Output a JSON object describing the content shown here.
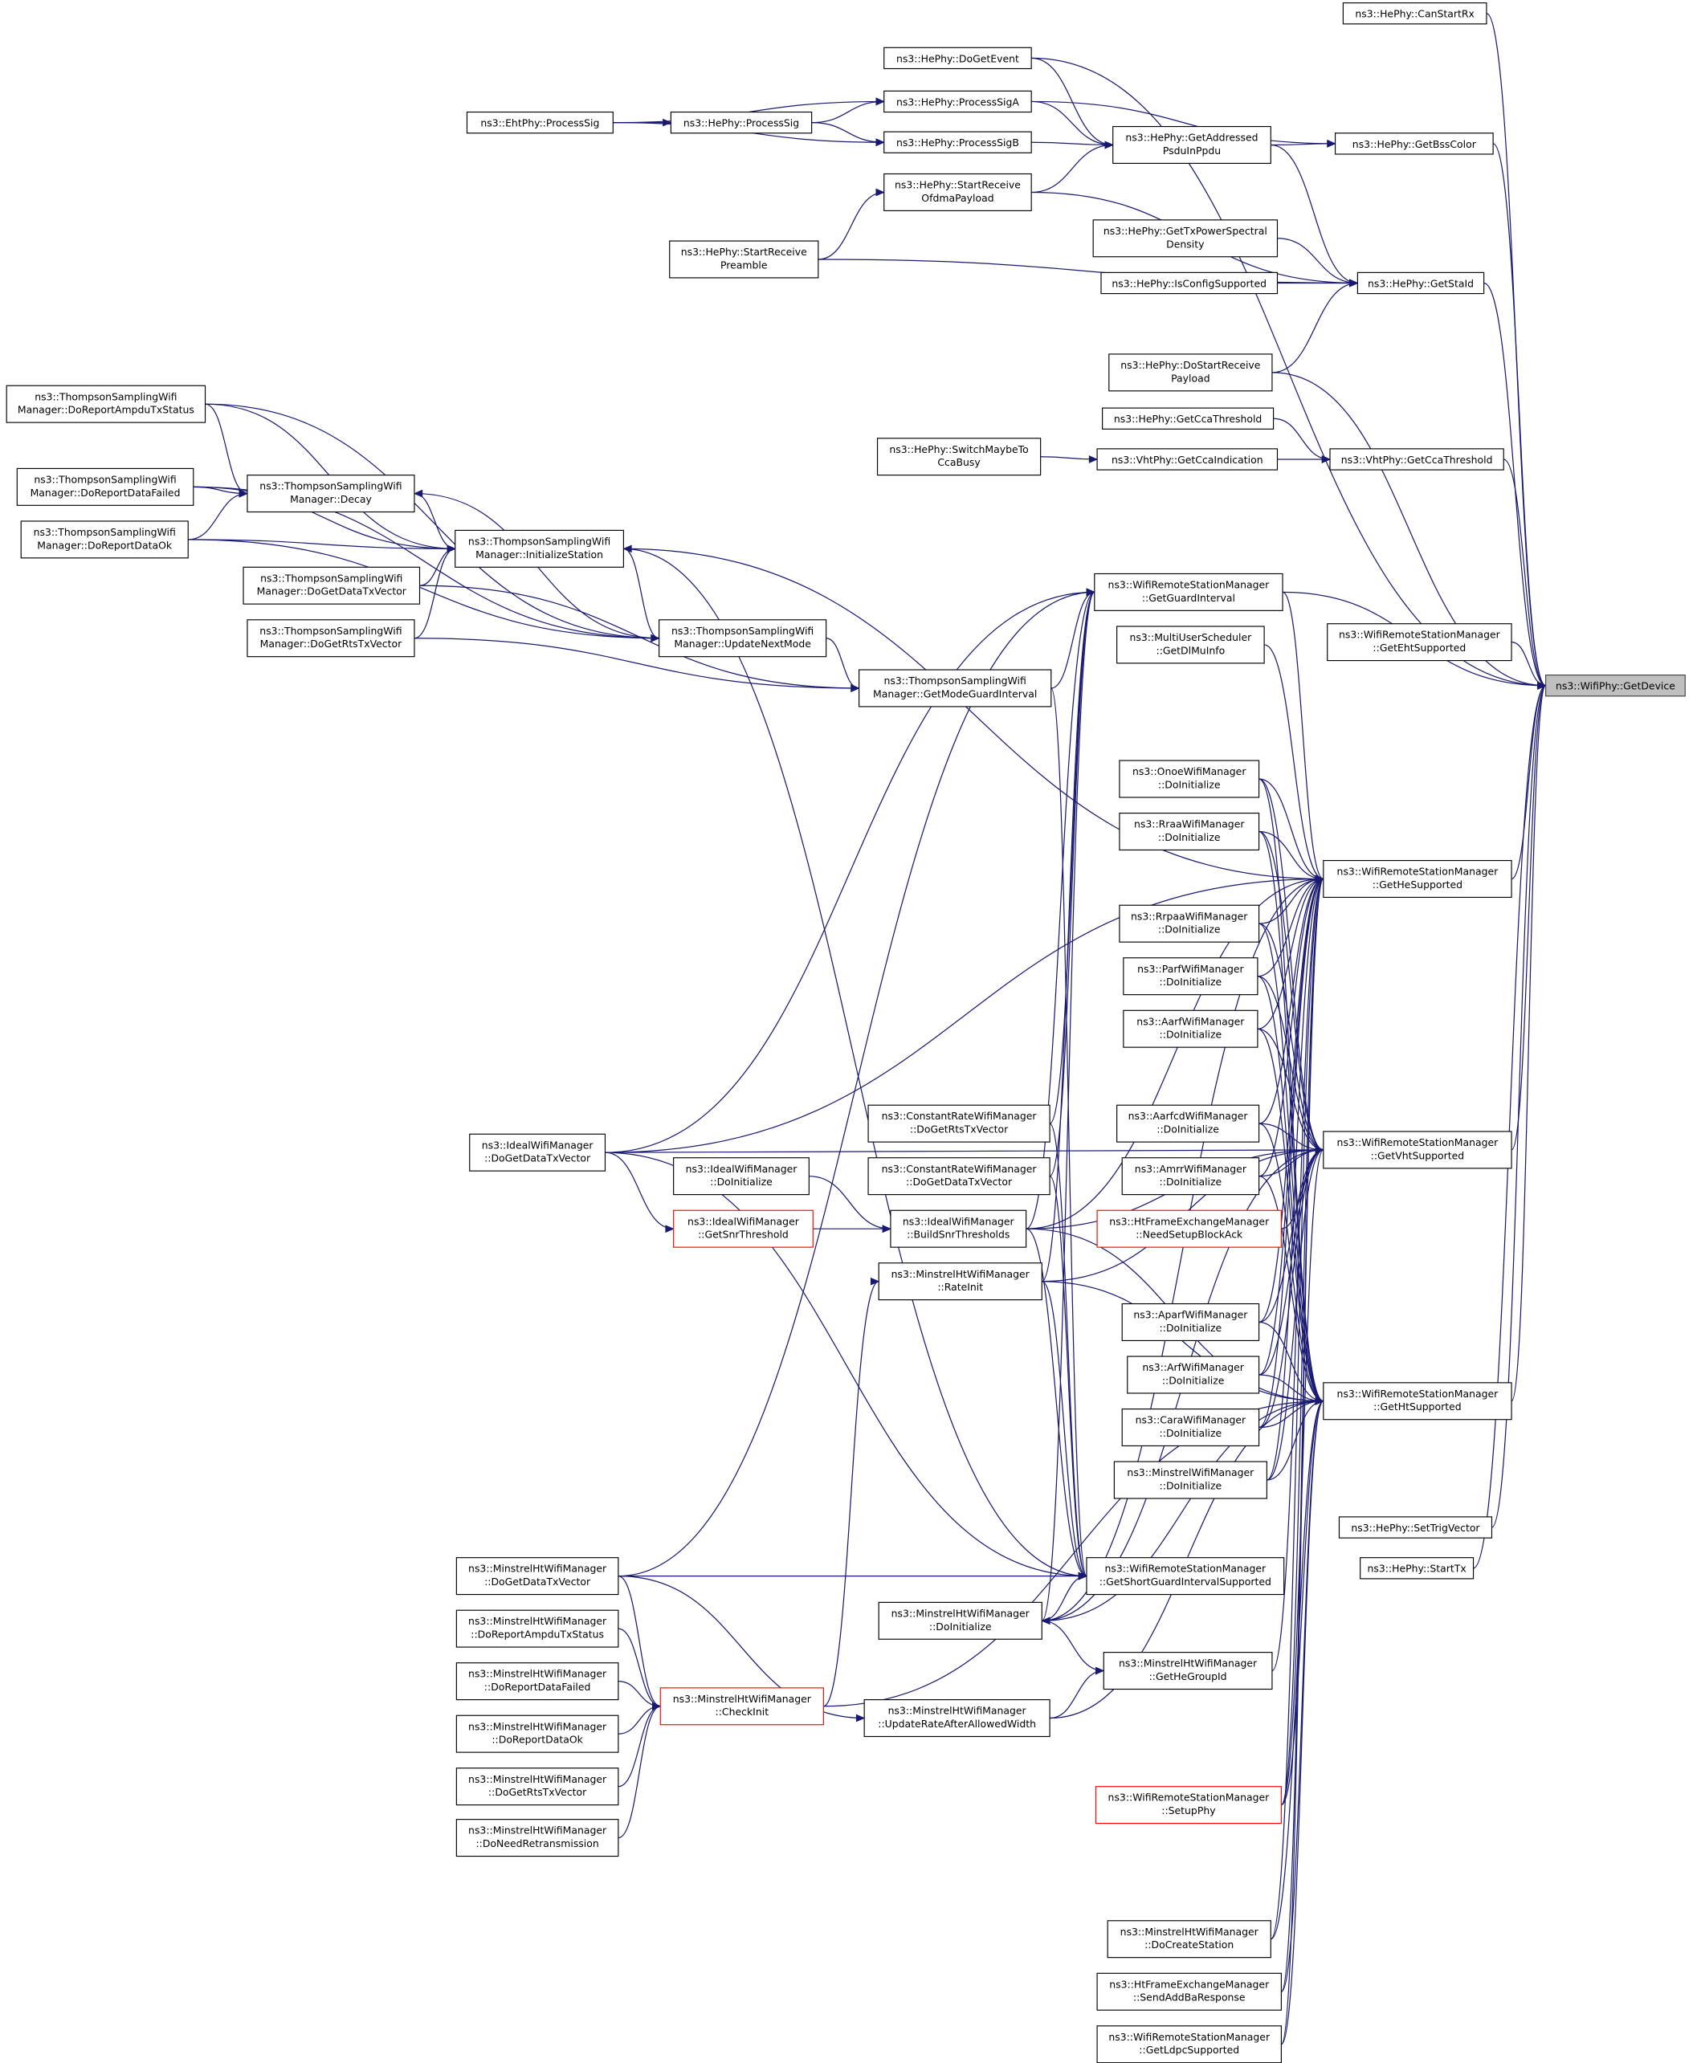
{
  "colors": {
    "edge": "#191970",
    "root_fill": "#bfbfbf",
    "unresolved_border": "#ff0000",
    "node_border": "#000000"
  },
  "nodes": [
    {
      "id": "getdevice",
      "label": "ns3::WifiPhy::GetDevice",
      "style": "root"
    },
    {
      "id": "canstartrx",
      "label": "ns3::HePhy::CanStartRx"
    },
    {
      "id": "dogetevent",
      "label": "ns3::HePhy::DoGetEvent"
    },
    {
      "id": "processsiga",
      "label": "ns3::HePhy::ProcessSigA"
    },
    {
      "id": "processsigb",
      "label": "ns3::HePhy::ProcessSigB"
    },
    {
      "id": "heprocesssig",
      "label": "ns3::HePhy::ProcessSig"
    },
    {
      "id": "ehtprocesssig",
      "label": "ns3::EhtPhy::ProcessSig"
    },
    {
      "id": "getaddressed",
      "label": "ns3::HePhy::GetAddressed\nPsduInPpdu"
    },
    {
      "id": "getbsscolor",
      "label": "ns3::HePhy::GetBssColor"
    },
    {
      "id": "startrecvofdma",
      "label": "ns3::HePhy::StartReceive\nOfdmaPayload"
    },
    {
      "id": "startrecvpreamble",
      "label": "ns3::HePhy::StartReceive\nPreamble"
    },
    {
      "id": "gettxpsd",
      "label": "ns3::HePhy::GetTxPowerSpectral\nDensity"
    },
    {
      "id": "isconfigsupported",
      "label": "ns3::HePhy::IsConfigSupported"
    },
    {
      "id": "getstaid",
      "label": "ns3::HePhy::GetStaId"
    },
    {
      "id": "dostartrecvpayload",
      "label": "ns3::HePhy::DoStartReceive\nPayload"
    },
    {
      "id": "hegetcca",
      "label": "ns3::HePhy::GetCcaThreshold"
    },
    {
      "id": "switchcca",
      "label": "ns3::HePhy::SwitchMaybeTo\nCcaBusy"
    },
    {
      "id": "vhtgetccaind",
      "label": "ns3::VhtPhy::GetCcaIndication"
    },
    {
      "id": "vhtgetcca",
      "label": "ns3::VhtPhy::GetCcaThreshold"
    },
    {
      "id": "ts_ampdu",
      "label": "ns3::ThompsonSamplingWifi\nManager::DoReportAmpduTxStatus"
    },
    {
      "id": "ts_decay",
      "label": "ns3::ThompsonSamplingWifi\nManager::Decay"
    },
    {
      "id": "ts_failed",
      "label": "ns3::ThompsonSamplingWifi\nManager::DoReportDataFailed"
    },
    {
      "id": "ts_ok",
      "label": "ns3::ThompsonSamplingWifi\nManager::DoReportDataOk"
    },
    {
      "id": "ts_init",
      "label": "ns3::ThompsonSamplingWifi\nManager::InitializeStation"
    },
    {
      "id": "ts_datatx",
      "label": "ns3::ThompsonSamplingWifi\nManager::DoGetDataTxVector"
    },
    {
      "id": "ts_rtstx",
      "label": "ns3::ThompsonSamplingWifi\nManager::DoGetRtsTxVector"
    },
    {
      "id": "ts_update",
      "label": "ns3::ThompsonSamplingWifi\nManager::UpdateNextMode"
    },
    {
      "id": "ts_modegi",
      "label": "ns3::ThompsonSamplingWifi\nManager::GetModeGuardInterval"
    },
    {
      "id": "getgi",
      "label": "ns3::WifiRemoteStationManager\n::GetGuardInterval"
    },
    {
      "id": "dlmuinfo",
      "label": "ns3::MultiUserScheduler\n::GetDlMuInfo"
    },
    {
      "id": "getehtsup",
      "label": "ns3::WifiRemoteStationManager\n::GetEhtSupported"
    },
    {
      "id": "onoe",
      "label": "ns3::OnoeWifiManager\n::DoInitialize"
    },
    {
      "id": "rraa",
      "label": "ns3::RraaWifiManager\n::DoInitialize"
    },
    {
      "id": "gethesup",
      "label": "ns3::WifiRemoteStationManager\n::GetHeSupported"
    },
    {
      "id": "rrpaa",
      "label": "ns3::RrpaaWifiManager\n::DoInitialize"
    },
    {
      "id": "parf",
      "label": "ns3::ParfWifiManager\n::DoInitialize"
    },
    {
      "id": "aarf",
      "label": "ns3::AarfWifiManager\n::DoInitialize"
    },
    {
      "id": "aarfcd",
      "label": "ns3::AarfcdWifiManager\n::DoInitialize"
    },
    {
      "id": "getvhtsup",
      "label": "ns3::WifiRemoteStationManager\n::GetVhtSupported"
    },
    {
      "id": "amrr",
      "label": "ns3::AmrrWifiManager\n::DoInitialize"
    },
    {
      "id": "needsetupba",
      "label": "ns3::HtFrameExchangeManager\n::NeedSetupBlockAck",
      "style": "red"
    },
    {
      "id": "ideal_datatx",
      "label": "ns3::IdealWifiManager\n::DoGetDataTxVector"
    },
    {
      "id": "cr_rtstx",
      "label": "ns3::ConstantRateWifiManager\n::DoGetRtsTxVector"
    },
    {
      "id": "cr_datatx",
      "label": "ns3::ConstantRateWifiManager\n::DoGetDataTxVector"
    },
    {
      "id": "ideal_init",
      "label": "ns3::IdealWifiManager\n::DoInitialize"
    },
    {
      "id": "ideal_snr",
      "label": "ns3::IdealWifiManager\n::GetSnrThreshold",
      "style": "red"
    },
    {
      "id": "ideal_build",
      "label": "ns3::IdealWifiManager\n::BuildSnrThresholds"
    },
    {
      "id": "mh_rateinit",
      "label": "ns3::MinstrelHtWifiManager\n::RateInit"
    },
    {
      "id": "aparf",
      "label": "ns3::AparfWifiManager\n::DoInitialize"
    },
    {
      "id": "arf",
      "label": "ns3::ArfWifiManager\n::DoInitialize"
    },
    {
      "id": "cara",
      "label": "ns3::CaraWifiManager\n::DoInitialize"
    },
    {
      "id": "gethtsup",
      "label": "ns3::WifiRemoteStationManager\n::GetHtSupported"
    },
    {
      "id": "minstrel_init",
      "label": "ns3::MinstrelWifiManager\n::DoInitialize"
    },
    {
      "id": "settrig",
      "label": "ns3::HePhy::SetTrigVector"
    },
    {
      "id": "starttx",
      "label": "ns3::HePhy::StartTx"
    },
    {
      "id": "mh_datatx",
      "label": "ns3::MinstrelHtWifiManager\n::DoGetDataTxVector"
    },
    {
      "id": "getsgi",
      "label": "ns3::WifiRemoteStationManager\n::GetShortGuardIntervalSupported"
    },
    {
      "id": "mh_ampdu",
      "label": "ns3::MinstrelHtWifiManager\n::DoReportAmpduTxStatus"
    },
    {
      "id": "mh_init",
      "label": "ns3::MinstrelHtWifiManager\n::DoInitialize"
    },
    {
      "id": "mh_hegroup",
      "label": "ns3::MinstrelHtWifiManager\n::GetHeGroupId"
    },
    {
      "id": "mh_failed",
      "label": "ns3::MinstrelHtWifiManager\n::DoReportDataFailed"
    },
    {
      "id": "mh_checkinit",
      "label": "ns3::MinstrelHtWifiManager\n::CheckInit",
      "style": "red"
    },
    {
      "id": "mh_updwidth",
      "label": "ns3::MinstrelHtWifiManager\n::UpdateRateAfterAllowedWidth"
    },
    {
      "id": "mh_ok",
      "label": "ns3::MinstrelHtWifiManager\n::DoReportDataOk"
    },
    {
      "id": "mh_rtstx",
      "label": "ns3::MinstrelHtWifiManager\n::DoGetRtsTxVector"
    },
    {
      "id": "setupphy",
      "label": "ns3::WifiRemoteStationManager\n::SetupPhy",
      "style": "red"
    },
    {
      "id": "mh_retx",
      "label": "ns3::MinstrelHtWifiManager\n::DoNeedRetransmission"
    },
    {
      "id": "mh_createsta",
      "label": "ns3::MinstrelHtWifiManager\n::DoCreateStation"
    },
    {
      "id": "sendaddba",
      "label": "ns3::HtFrameExchangeManager\n::SendAddBaResponse"
    },
    {
      "id": "getldpc",
      "label": "ns3::WifiRemoteStationManager\n::GetLdpcSupported"
    }
  ],
  "edges": [
    [
      "ehtprocesssig",
      "processsiga"
    ],
    [
      "ehtprocesssig",
      "heprocesssig"
    ],
    [
      "ehtprocesssig",
      "processsigb"
    ],
    [
      "heprocesssig",
      "processsiga"
    ],
    [
      "heprocesssig",
      "processsigb"
    ],
    [
      "processsiga",
      "getaddressed"
    ],
    [
      "processsiga",
      "getbsscolor"
    ],
    [
      "processsigb",
      "getaddressed"
    ],
    [
      "dogetevent",
      "getaddressed"
    ],
    [
      "dogetevent",
      "getdevice"
    ],
    [
      "startrecvofdma",
      "getaddressed"
    ],
    [
      "startrecvofdma",
      "getstaid"
    ],
    [
      "startrecvpreamble",
      "startrecvofdma"
    ],
    [
      "startrecvpreamble",
      "getstaid"
    ],
    [
      "getaddressed",
      "getbsscolor"
    ],
    [
      "getaddressed",
      "getstaid"
    ],
    [
      "gettxpsd",
      "getstaid"
    ],
    [
      "isconfigsupported",
      "getstaid"
    ],
    [
      "dostartrecvpayload",
      "getstaid"
    ],
    [
      "dostartrecvpayload",
      "getdevice"
    ],
    [
      "canstartrx",
      "getdevice"
    ],
    [
      "getbsscolor",
      "getdevice"
    ],
    [
      "getstaid",
      "getdevice"
    ],
    [
      "hegetcca",
      "vhtgetcca"
    ],
    [
      "switchcca",
      "vhtgetccaind"
    ],
    [
      "vhtgetccaind",
      "vhtgetcca"
    ],
    [
      "vhtgetcca",
      "getdevice"
    ],
    [
      "getehtsup",
      "getdevice"
    ],
    [
      "gethesup",
      "getdevice"
    ],
    [
      "getvhtsup",
      "getdevice"
    ],
    [
      "gethtsup",
      "getdevice"
    ],
    [
      "settrig",
      "getdevice"
    ],
    [
      "starttx",
      "getdevice"
    ],
    [
      "getgi",
      "getdevice"
    ],
    [
      "ts_ampdu",
      "ts_decay"
    ],
    [
      "ts_ampdu",
      "ts_init"
    ],
    [
      "ts_ampdu",
      "ts_update"
    ],
    [
      "ts_failed",
      "ts_decay"
    ],
    [
      "ts_failed",
      "ts_init"
    ],
    [
      "ts_failed",
      "ts_update"
    ],
    [
      "ts_ok",
      "ts_decay"
    ],
    [
      "ts_ok",
      "ts_init"
    ],
    [
      "ts_ok",
      "ts_update"
    ],
    [
      "ts_decay",
      "ts_init"
    ],
    [
      "ts_update",
      "ts_decay"
    ],
    [
      "ts_update",
      "ts_init"
    ],
    [
      "ts_datatx",
      "ts_init"
    ],
    [
      "ts_datatx",
      "ts_modegi"
    ],
    [
      "ts_rtstx",
      "ts_init"
    ],
    [
      "ts_rtstx",
      "ts_modegi"
    ],
    [
      "ts_init",
      "gethesup"
    ],
    [
      "ts_init",
      "getsgi"
    ],
    [
      "ts_update",
      "ts_modegi"
    ],
    [
      "ts_modegi",
      "getgi"
    ],
    [
      "ts_modegi",
      "getsgi"
    ],
    [
      "getgi",
      "gethesup"
    ],
    [
      "dlmuinfo",
      "gethesup"
    ],
    [
      "onoe",
      "gethesup"
    ],
    [
      "onoe",
      "getvhtsup"
    ],
    [
      "onoe",
      "gethtsup"
    ],
    [
      "rraa",
      "gethesup"
    ],
    [
      "rraa",
      "getvhtsup"
    ],
    [
      "rraa",
      "gethtsup"
    ],
    [
      "rrpaa",
      "gethesup"
    ],
    [
      "rrpaa",
      "getvhtsup"
    ],
    [
      "rrpaa",
      "gethtsup"
    ],
    [
      "parf",
      "gethesup"
    ],
    [
      "parf",
      "getvhtsup"
    ],
    [
      "parf",
      "gethtsup"
    ],
    [
      "aarf",
      "gethesup"
    ],
    [
      "aarf",
      "getvhtsup"
    ],
    [
      "aarf",
      "gethtsup"
    ],
    [
      "aarfcd",
      "gethesup"
    ],
    [
      "aarfcd",
      "getvhtsup"
    ],
    [
      "aarfcd",
      "gethtsup"
    ],
    [
      "amrr",
      "gethesup"
    ],
    [
      "amrr",
      "getvhtsup"
    ],
    [
      "amrr",
      "gethtsup"
    ],
    [
      "needsetupba",
      "getvhtsup"
    ],
    [
      "aparf",
      "gethesup"
    ],
    [
      "aparf",
      "getvhtsup"
    ],
    [
      "aparf",
      "gethtsup"
    ],
    [
      "arf",
      "gethesup"
    ],
    [
      "arf",
      "getvhtsup"
    ],
    [
      "arf",
      "gethtsup"
    ],
    [
      "cara",
      "gethesup"
    ],
    [
      "cara",
      "getvhtsup"
    ],
    [
      "cara",
      "gethtsup"
    ],
    [
      "minstrel_init",
      "gethesup"
    ],
    [
      "minstrel_init",
      "getvhtsup"
    ],
    [
      "minstrel_init",
      "gethtsup"
    ],
    [
      "ideal_datatx",
      "getgi"
    ],
    [
      "ideal_datatx",
      "gethesup"
    ],
    [
      "ideal_datatx",
      "getsgi"
    ],
    [
      "ideal_datatx",
      "getvhtsup"
    ],
    [
      "ideal_datatx",
      "ideal_snr"
    ],
    [
      "cr_rtstx",
      "getgi"
    ],
    [
      "cr_rtstx",
      "getsgi"
    ],
    [
      "cr_datatx",
      "getgi"
    ],
    [
      "cr_datatx",
      "getsgi"
    ],
    [
      "ideal_init",
      "ideal_build"
    ],
    [
      "ideal_snr",
      "ideal_build"
    ],
    [
      "ideal_build",
      "getgi"
    ],
    [
      "ideal_build",
      "getsgi"
    ],
    [
      "ideal_build",
      "gethesup"
    ],
    [
      "ideal_build",
      "getvhtsup"
    ],
    [
      "ideal_build",
      "gethtsup"
    ],
    [
      "mh_rateinit",
      "getgi"
    ],
    [
      "mh_rateinit",
      "getvhtsup"
    ],
    [
      "mh_rateinit",
      "gethtsup"
    ],
    [
      "mh_rateinit",
      "getsgi"
    ],
    [
      "mh_datatx",
      "getsgi"
    ],
    [
      "mh_datatx",
      "getgi"
    ],
    [
      "mh_datatx",
      "mh_checkinit"
    ],
    [
      "mh_datatx",
      "mh_updwidth"
    ],
    [
      "mh_ampdu",
      "mh_checkinit"
    ],
    [
      "mh_failed",
      "mh_checkinit"
    ],
    [
      "mh_ok",
      "mh_checkinit"
    ],
    [
      "mh_rtstx",
      "mh_checkinit"
    ],
    [
      "mh_retx",
      "mh_checkinit"
    ],
    [
      "mh_checkinit",
      "mh_rateinit"
    ],
    [
      "mh_checkinit",
      "gethtsup"
    ],
    [
      "mh_init",
      "getsgi"
    ],
    [
      "mh_init",
      "getgi"
    ],
    [
      "mh_init",
      "gethesup"
    ],
    [
      "mh_init",
      "getvhtsup"
    ],
    [
      "mh_init",
      "gethtsup"
    ],
    [
      "mh_hegroup",
      "mh_init"
    ],
    [
      "mh_hegroup",
      "gethesup"
    ],
    [
      "mh_updwidth",
      "mh_hegroup"
    ],
    [
      "mh_updwidth",
      "gethtsup"
    ],
    [
      "setupphy",
      "gethesup"
    ],
    [
      "setupphy",
      "getvhtsup"
    ],
    [
      "setupphy",
      "gethtsup"
    ],
    [
      "mh_createsta",
      "gethesup"
    ],
    [
      "mh_createsta",
      "gethtsup"
    ],
    [
      "sendaddba",
      "gethesup"
    ],
    [
      "sendaddba",
      "gethtsup"
    ],
    [
      "getldpc",
      "gethesup"
    ],
    [
      "getldpc",
      "gethtsup"
    ]
  ]
}
